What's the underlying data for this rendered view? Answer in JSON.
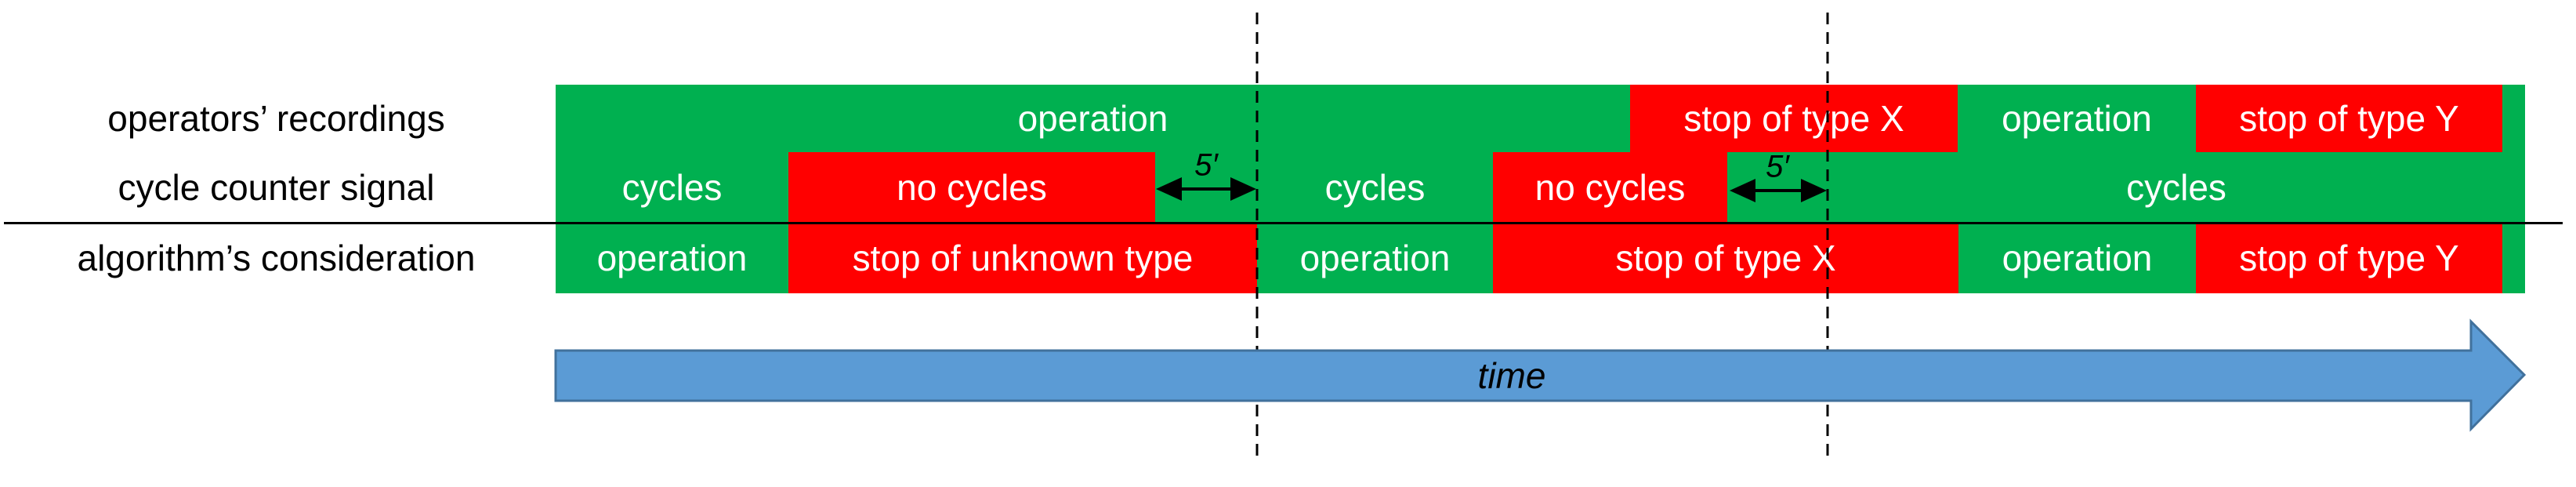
{
  "rows": [
    {
      "label": "operators’ recordings",
      "segments": [
        {
          "text": "operation",
          "type": "running"
        },
        {
          "text": "stop of type X",
          "type": "stopped"
        },
        {
          "text": "operation",
          "type": "running"
        },
        {
          "text": "stop of type Y",
          "type": "stopped"
        },
        {
          "text": "",
          "type": "running"
        }
      ]
    },
    {
      "label": "cycle counter signal",
      "segments": [
        {
          "text": "cycles",
          "type": "running"
        },
        {
          "text": "no cycles",
          "type": "stopped"
        },
        {
          "text": "",
          "type": "running"
        },
        {
          "text": "cycles",
          "type": "running"
        },
        {
          "text": "no cycles",
          "type": "stopped"
        },
        {
          "text": "",
          "type": "running"
        },
        {
          "text": "cycles",
          "type": "running"
        }
      ]
    },
    {
      "label": "algorithm’s consideration",
      "segments": [
        {
          "text": "operation",
          "type": "running"
        },
        {
          "text": "stop of unknown type",
          "type": "stopped"
        },
        {
          "text": "operation",
          "type": "running"
        },
        {
          "text": "stop of type X",
          "type": "stopped"
        },
        {
          "text": "operation",
          "type": "running"
        },
        {
          "text": "stop of type Y",
          "type": "stopped"
        },
        {
          "text": "",
          "type": "running"
        }
      ]
    }
  ],
  "annotations": {
    "gap1_label": "5′",
    "gap2_label": "5′"
  },
  "time_arrow": {
    "label": "time"
  },
  "colors": {
    "running_green": "#00B050",
    "stop_red": "#FF0000",
    "arrow_fill": "#5B9BD5",
    "arrow_outline": "#41719C",
    "line_black": "#000000"
  }
}
